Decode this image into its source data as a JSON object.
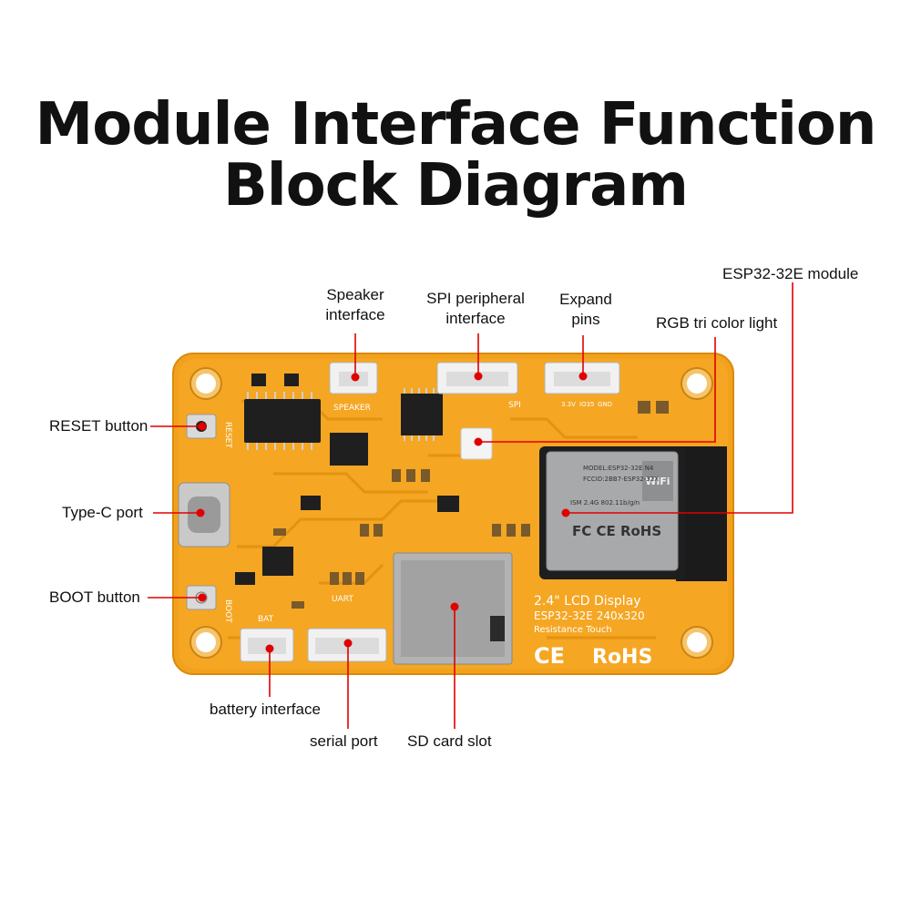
{
  "title": {
    "line1": "Module Interface Function",
    "line2": "Block Diagram"
  },
  "callouts": {
    "speaker_interface": {
      "line1": "Speaker",
      "line2": "interface"
    },
    "spi_peripheral_interface": {
      "line1": "SPI peripheral",
      "line2": "interface"
    },
    "expand_pins": {
      "line1": "Expand",
      "line2": "pins"
    },
    "esp32_module": "ESP32-32E module",
    "rgb_light": "RGB tri color light",
    "reset_button": "RESET button",
    "type_c_port": "Type-C port",
    "boot_button": "BOOT button",
    "battery_interface": "battery interface",
    "serial_port": "serial port",
    "sd_card_slot": "SD card slot"
  },
  "board_silkscreen": {
    "reset": "RESET",
    "speaker": "SPEAKER",
    "spi": "SPI",
    "boot": "BOOT",
    "bat": "BAT",
    "uart": "UART",
    "pins_1": "3.3V",
    "pins_2": "IO35",
    "pins_3": "GND",
    "lcd_line1": "2.4\" LCD Display",
    "lcd_line2": "ESP32-32E  240x320",
    "lcd_line3": "Resistance Touch",
    "ce_mark": "CE",
    "rohs_mark": "RoHS",
    "module_model": "MODEL:ESP32-32E  N4",
    "module_fcc": "FCCID:2BB7-ESP32-32X",
    "module_ism": "ISM 2.4G 802.11b/g/n",
    "module_marks": "FC CE RoHS",
    "module_wifi": "WiFi"
  },
  "colors": {
    "board": "#f5a623",
    "pointer_dot": "#e00000",
    "leader_line": "#e00000"
  }
}
